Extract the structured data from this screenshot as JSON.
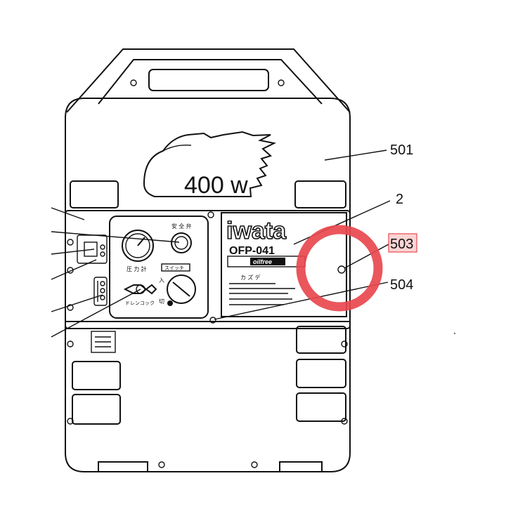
{
  "device": {
    "power_label": "400 w",
    "brand": "iwata",
    "model": "OFP-041",
    "badge": "oilfree",
    "plate_caption": "カ ズ デ"
  },
  "panel": {
    "dial_label": "圧 力 計",
    "valve_label": "ドレンコック",
    "knob_label": "安 全 弁",
    "switch_label": "スイッチ",
    "switch_on": "入",
    "switch_off": "切"
  },
  "callouts": {
    "c501": "501",
    "c2": "2",
    "c503": "503",
    "c504": "504"
  },
  "highlight": {
    "target": "503",
    "color": "#e8484e",
    "box_fill": "#fbd4d4"
  }
}
